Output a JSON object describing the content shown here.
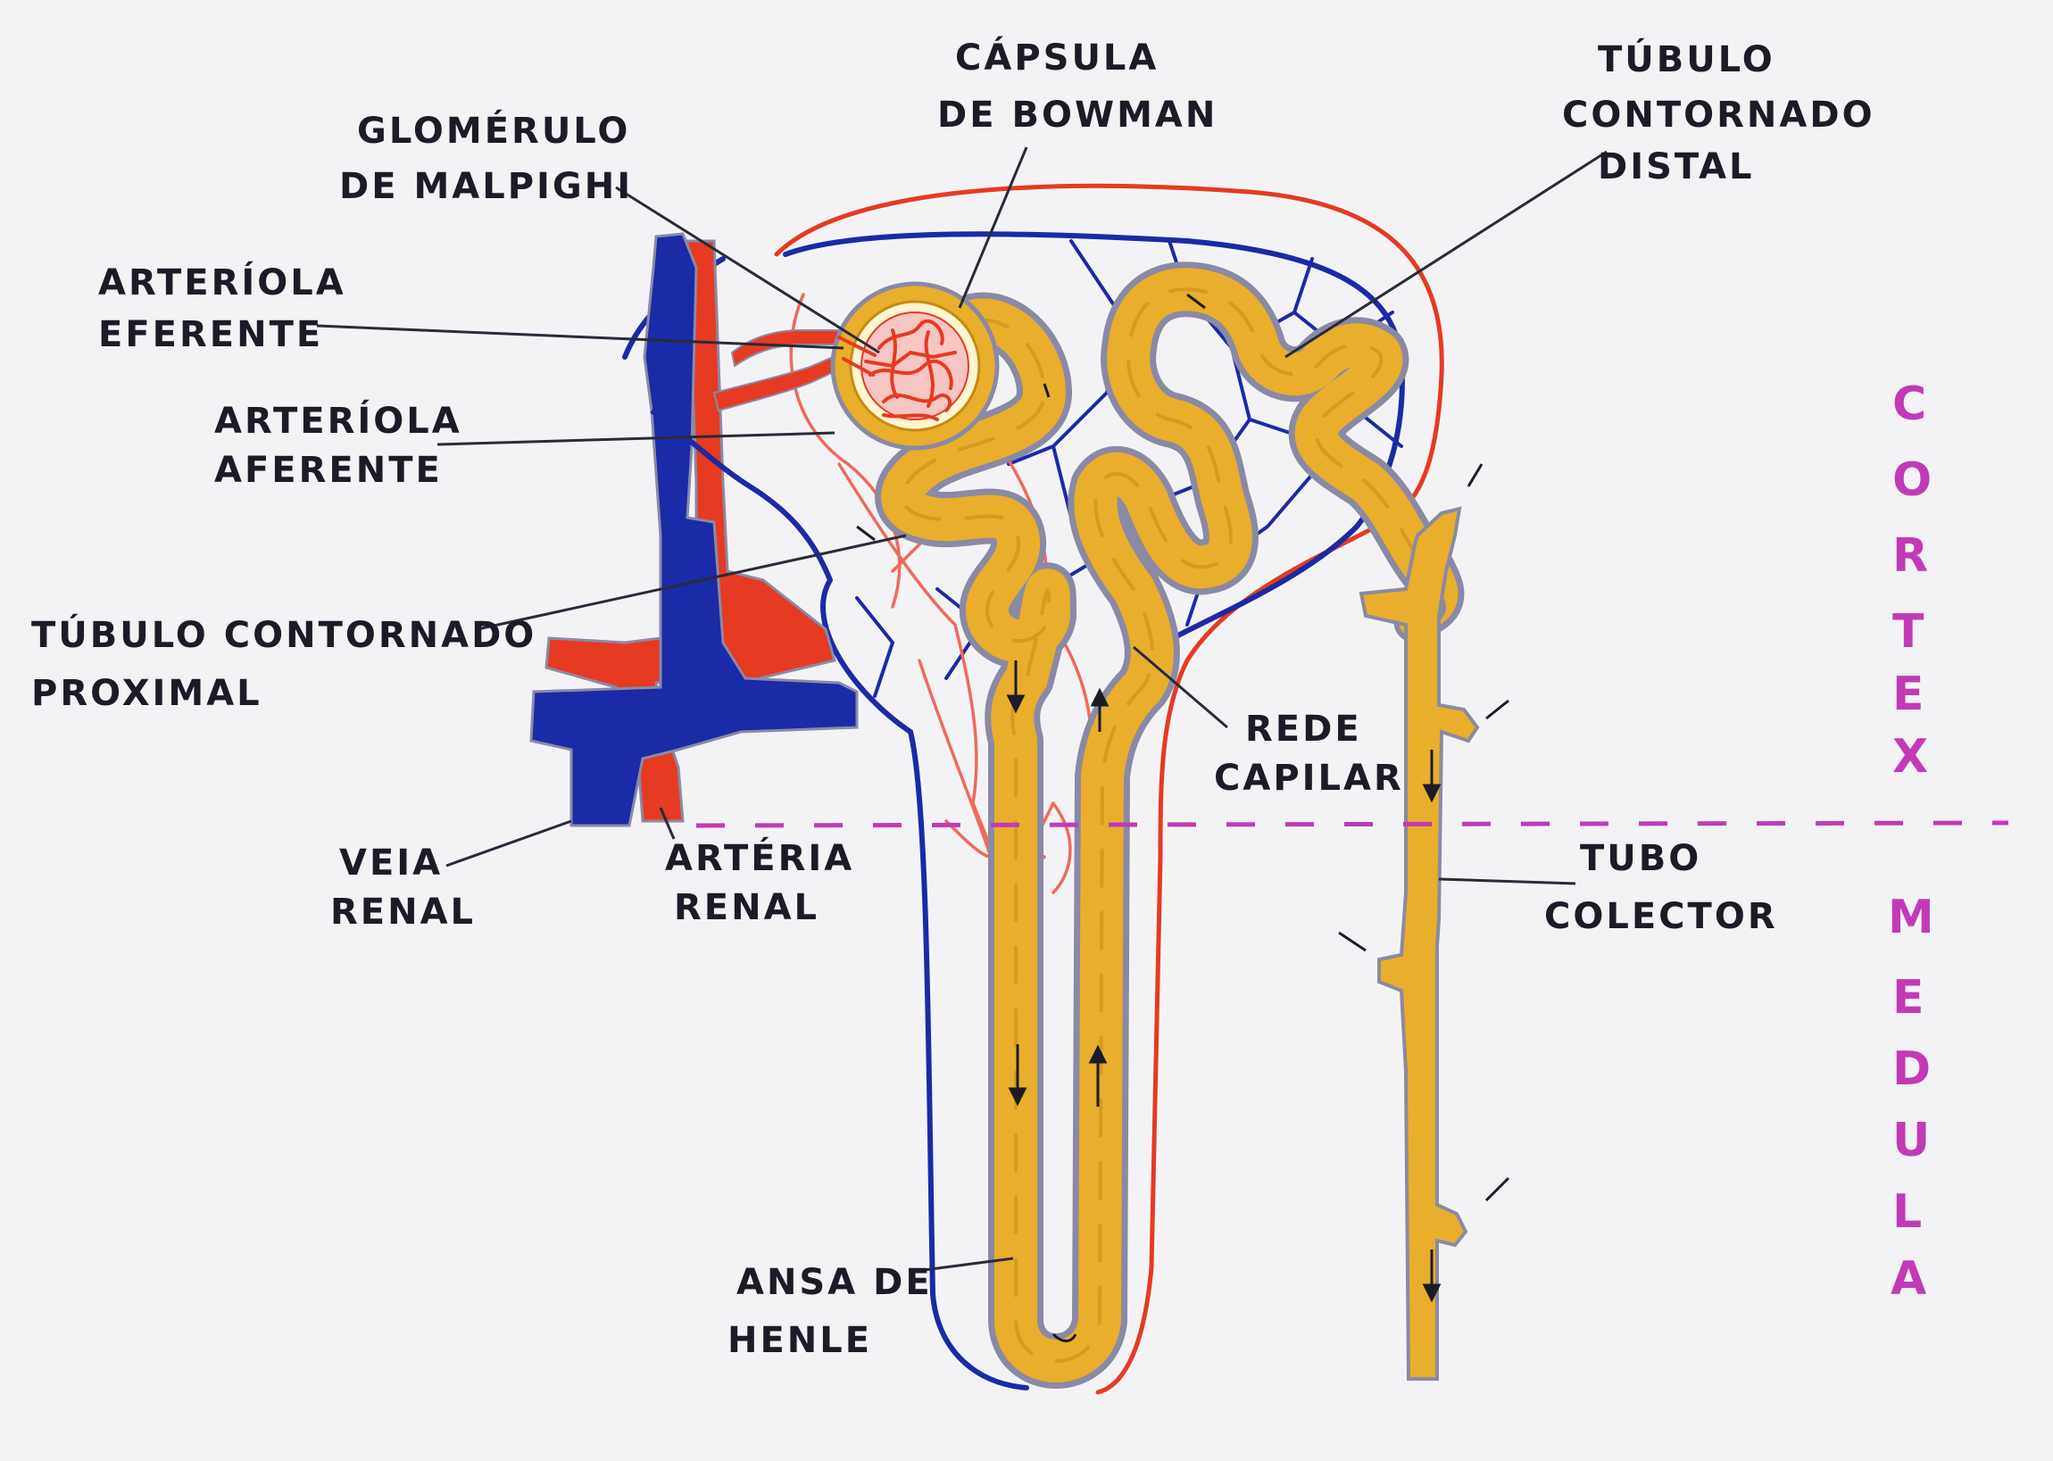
{
  "labels": {
    "capsula_line1": "CÁPSULA",
    "capsula_line2": "DE BOWMAN",
    "glomerulo_line1": "GLOMÉRULO",
    "glomerulo_line2": "DE MALPIGHI",
    "eferente_line1": "ARTERÍOLA",
    "eferente_line2": "EFERENTE",
    "aferente_line1": "ARTERÍOLA",
    "aferente_line2": "AFERENTE",
    "proximal_line1": "TÚBULO CONTORNADO",
    "proximal_line2": "PROXIMAL",
    "distal_line1": "TÚBULO",
    "distal_line2": "CONTORNADO",
    "distal_line3": "DISTAL",
    "rede_line1": "REDE",
    "rede_line2": "CAPILAR",
    "veia_line1": "VEIA",
    "veia_line2": "RENAL",
    "arteria_line1": "ARTÉRIA",
    "arteria_line2": "RENAL",
    "tubo_line1": "TUBO",
    "tubo_line2": "COLECTOR",
    "henle_line1": "ANSA DE",
    "henle_line2": "HENLE"
  },
  "zones": {
    "cortex": [
      "C",
      "O",
      "R",
      "T",
      "E",
      "X"
    ],
    "medula": [
      "M",
      "E",
      "D",
      "U",
      "L",
      "A"
    ]
  },
  "colors": {
    "tubule": "#e9ae2b",
    "tubule_outline": "#8a8aa6",
    "vein": "#1b2aa6",
    "artery": "#e63a22",
    "capillary_red": "#f06a5a",
    "zone_text": "#c23ab8",
    "boundary": "#c23ab8"
  }
}
